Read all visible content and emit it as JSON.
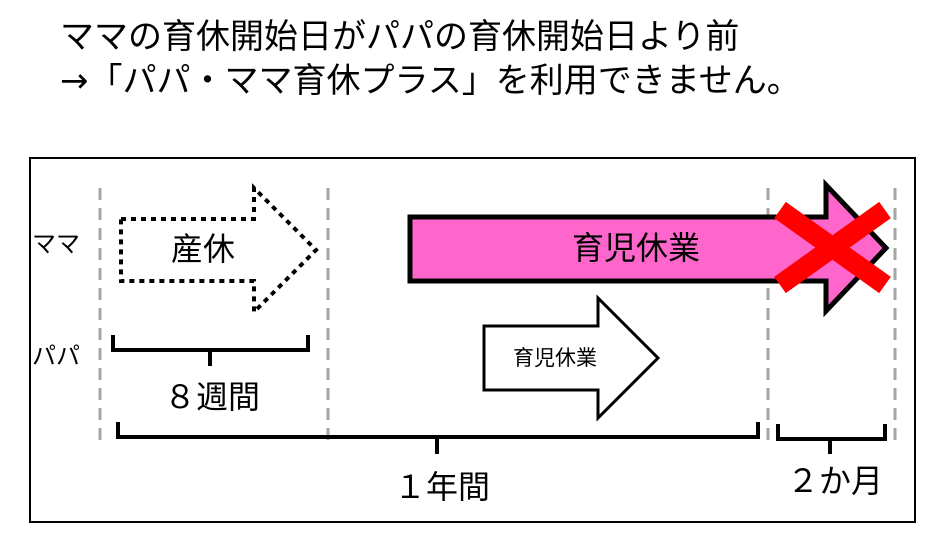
{
  "heading": {
    "line1": "ママの育休開始日がパパの育休開始日より前",
    "line2": "→「パパ・ママ育休プラス」を利用できません。"
  },
  "rows": {
    "mama": "ママ",
    "papa": "パパ"
  },
  "arrows": {
    "maternity_leave": "産休",
    "mama_childcare_leave": "育児休業",
    "papa_childcare_leave": "育児休業"
  },
  "spans": {
    "eight_weeks": "８週間",
    "one_year": "１年間",
    "two_months": "２か月"
  },
  "colors": {
    "childcare_fill": "#FF66CC",
    "cross": "#FF0000",
    "guide": "#A6A6A6"
  }
}
